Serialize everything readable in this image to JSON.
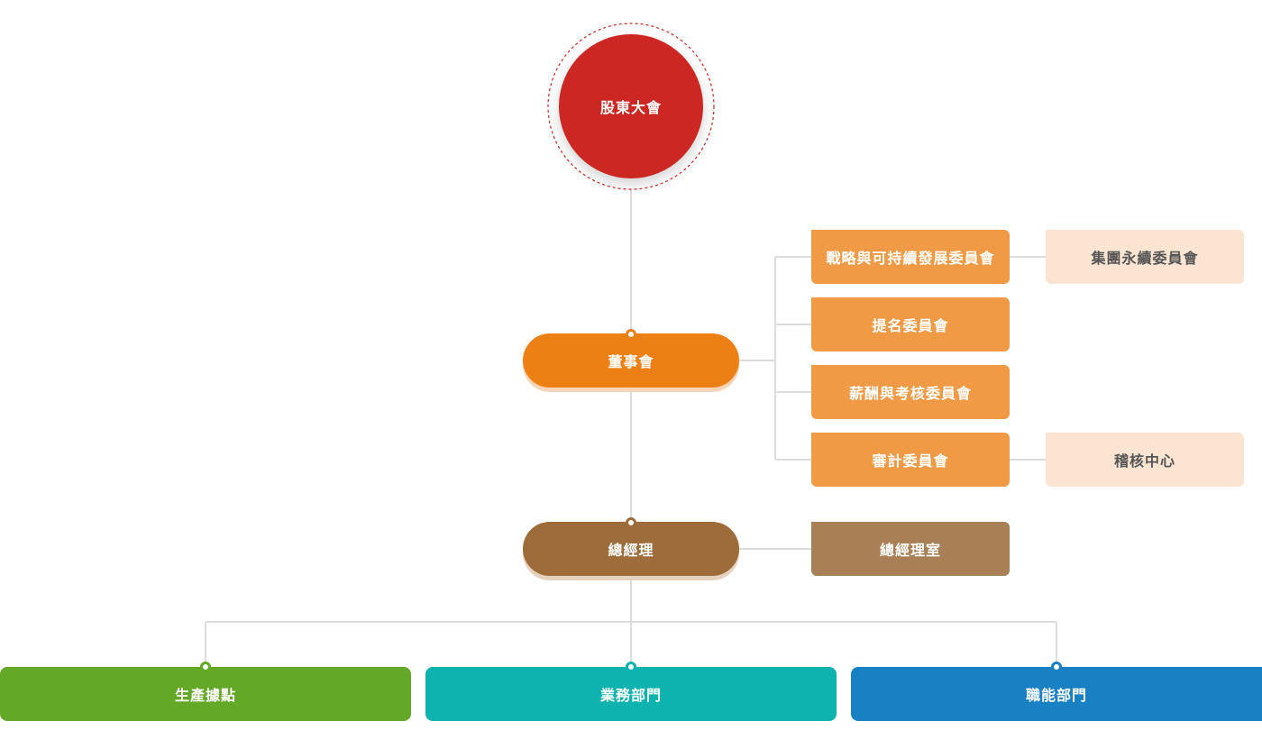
{
  "shareholders": {
    "label": "股東大會",
    "color": "#cc2722"
  },
  "board": {
    "label": "董事會",
    "color": "#ed8015"
  },
  "committees": [
    {
      "label": "戰略與可持續發展委員會",
      "sub": "集團永續委員會"
    },
    {
      "label": "提名委員會",
      "sub": ""
    },
    {
      "label": "薪酬與考核委員會",
      "sub": ""
    },
    {
      "label": "審計委員會",
      "sub": "稽核中心"
    }
  ],
  "committee_color": "#f09a46",
  "sub_color": "#fbe5d2",
  "gm": {
    "label": "總經理",
    "color": "#9e6b3a"
  },
  "gm_office": {
    "label": "總經理室",
    "color": "#a97f55"
  },
  "departments": [
    {
      "label": "生產據點",
      "color": "#64a828"
    },
    {
      "label": "業務部門",
      "color": "#0eb3b0"
    },
    {
      "label": "職能部門",
      "color": "#1a80c4"
    }
  ]
}
